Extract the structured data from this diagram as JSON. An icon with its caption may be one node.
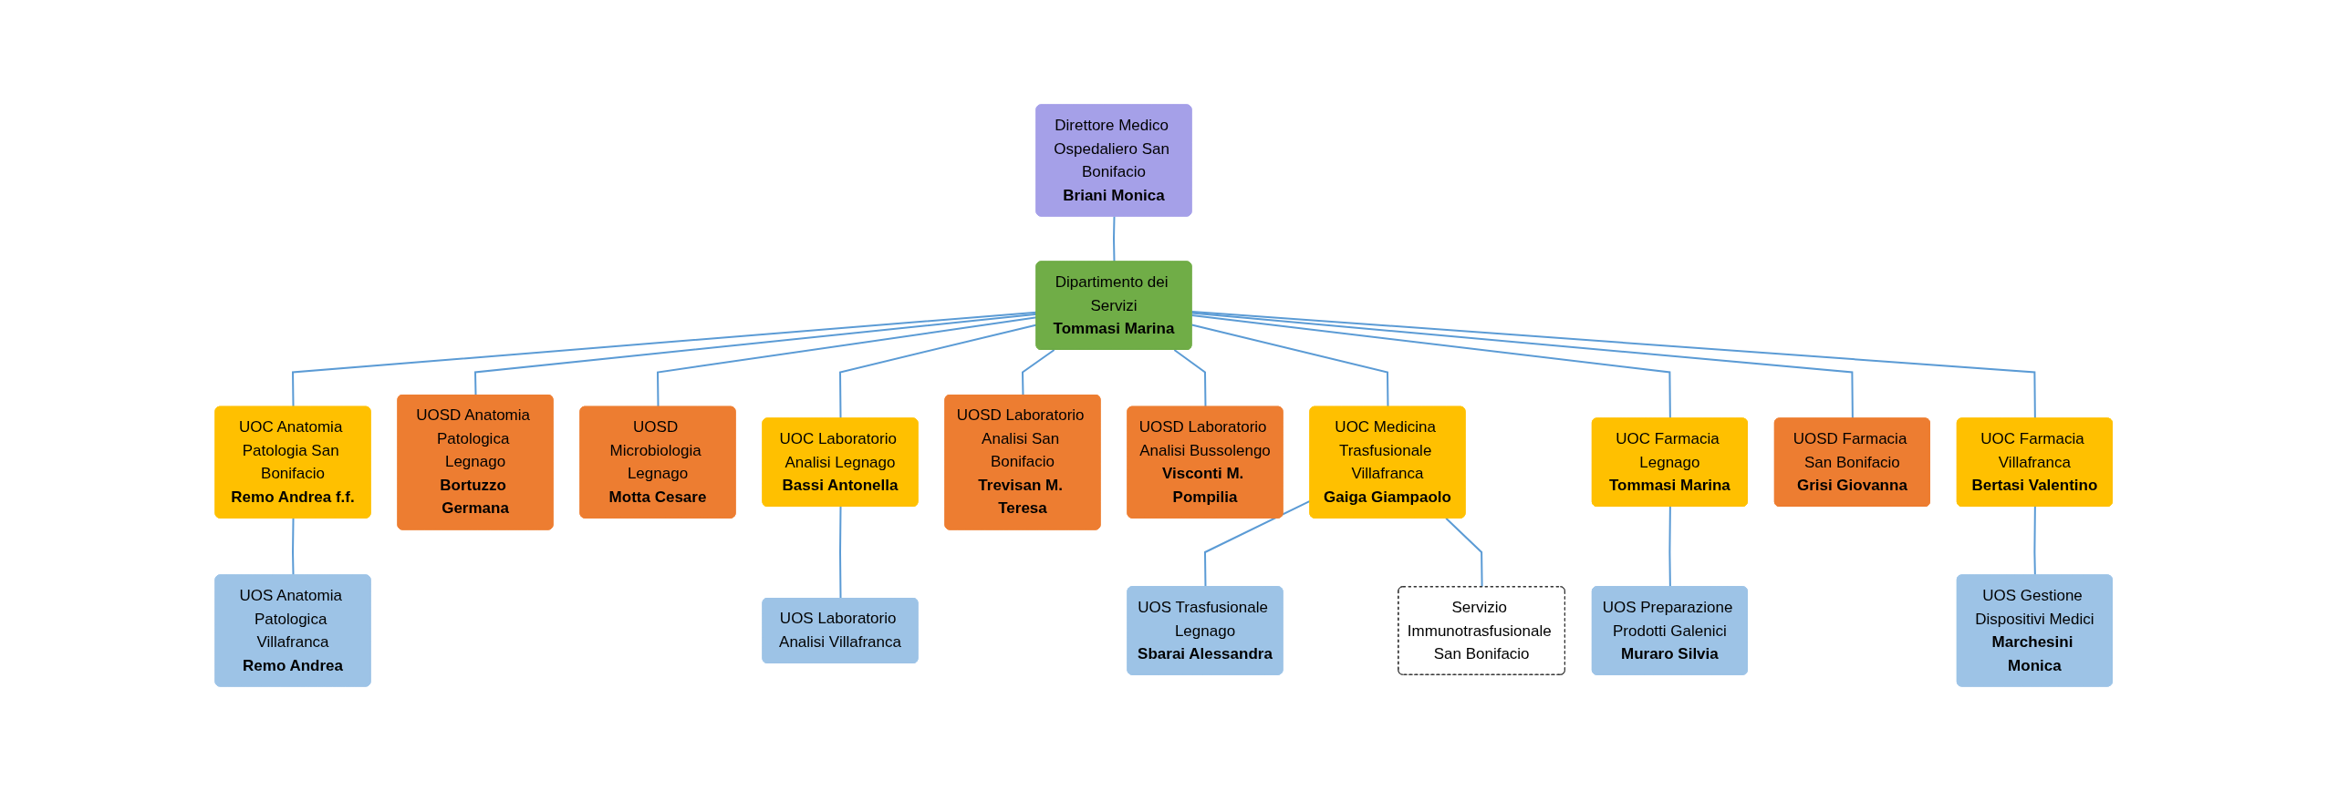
{
  "diagram": {
    "nodes": [
      {
        "text": [
          "Direttore Medico Ospedaliero San Bonifacio",
          "Briani Monica"
        ]
      },
      {
        "text": [
          "Dipartimento dei Servizi",
          "Tommasi Marina"
        ]
      },
      {
        "text": [
          "UOC Anatomia Patologia San Bonifacio",
          "Remo Andrea f.f."
        ]
      },
      {
        "text": [
          "UOS Anatomia Patologica Villafranca",
          "Remo Andrea"
        ]
      },
      {
        "text": [
          "UOSD Anatomia Patologica Legnago",
          "Bortuzzo Germana"
        ]
      },
      {
        "text": [
          "UOSD Microbiologia Legnago",
          "Motta Cesare"
        ]
      },
      {
        "text": [
          "UOC Laboratorio Analisi Legnago",
          "Bassi Antonella"
        ]
      },
      {
        "text": [
          "UOS Laboratorio Analisi Villafranca"
        ]
      },
      {
        "text": [
          "UOSD Laboratorio Analisi San Bonifacio",
          "Trevisan M. Teresa"
        ]
      },
      {
        "text": [
          "UOSD Laboratorio Analisi Bussolengo",
          "Visconti M. Pompilia"
        ]
      },
      {
        "text": [
          "UOC Medicina Trasfusionale Villafranca",
          "Gaiga Giampaolo"
        ]
      },
      {
        "text": [
          "UOS Trasfusionale Legnago",
          "Sbarai Alessandra"
        ]
      },
      {
        "text": [
          "Servizio Immunotrasfusionale San Bonifacio"
        ]
      },
      {
        "text": [
          "UOC Farmacia Legnago",
          "Tommasi Marina"
        ]
      },
      {
        "text": [
          "UOS Preparazione Prodotti Galenici",
          "Muraro Silvia"
        ]
      },
      {
        "text": [
          "UOSD Farmacia San Bonifacio",
          "Grisi Giovanna"
        ]
      },
      {
        "text": [
          "UOC Farmacia Villafranca",
          "Bertasi Valentino"
        ]
      },
      {
        "text": [
          "UOS Gestione Dispositivi Medici",
          "Marchesini Monica"
        ]
      }
    ],
    "edges": [
      {
        "from": 0,
        "to": 1,
        "arrow": "none"
      },
      {
        "from": 1,
        "to": 2,
        "arrow": "none"
      },
      {
        "from": 2,
        "to": 3,
        "arrow": "none"
      },
      {
        "from": 1,
        "to": 4,
        "arrow": "none"
      },
      {
        "from": 1,
        "to": 5,
        "arrow": "none"
      },
      {
        "from": 1,
        "to": 6,
        "arrow": "none"
      },
      {
        "from": 6,
        "to": 7,
        "arrow": "none"
      },
      {
        "from": 1,
        "to": 8,
        "arrow": "none"
      },
      {
        "from": 1,
        "to": 9,
        "arrow": "none"
      },
      {
        "from": 1,
        "to": 10,
        "arrow": "none"
      },
      {
        "from": 10,
        "to": 11,
        "arrow": "none"
      },
      {
        "from": 10,
        "to": 12,
        "arrow": "none"
      },
      {
        "from": 1,
        "to": 13,
        "arrow": "none"
      },
      {
        "from": 13,
        "to": 14,
        "arrow": "none"
      },
      {
        "from": 1,
        "to": 15,
        "arrow": "none"
      },
      {
        "from": 1,
        "to": 16,
        "arrow": "none"
      },
      {
        "from": 16,
        "to": 17,
        "arrow": "none"
      }
    ]
  }
}
